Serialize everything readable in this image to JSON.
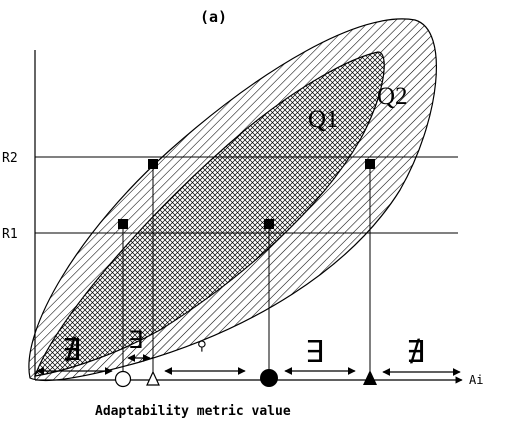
{
  "figure": {
    "label": "(a)",
    "x_axis_caption": "Adaptability metric value",
    "x_axis_end_label": "Ai",
    "thresholds": [
      "R1",
      "R2"
    ],
    "regions": {
      "inner": "Q1",
      "outer": "Q2"
    },
    "interval_symbols": [
      "∄",
      "∃",
      "⚲",
      "∃",
      "∄"
    ],
    "line_color": "#000000",
    "background": "#ffffff"
  }
}
